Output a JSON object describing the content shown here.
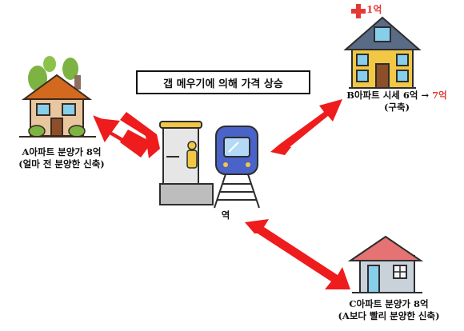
{
  "title": "갭 메우기에 의해 가격 상승",
  "station": {
    "label": "역"
  },
  "house_a": {
    "line1": "A아파트 분양가 8억",
    "line2": "(얼마 전 분양한 신축)"
  },
  "house_b": {
    "line1_prefix": "B아파트 시세 6억",
    "arrow": "→",
    "line1_new": "7억",
    "line2": "(구축)",
    "increase": "1억"
  },
  "house_c": {
    "line1": "C아파트 분양가 8억",
    "line2": "(A보다 빨리 분양한 신축)"
  },
  "colors": {
    "arrow": "#ee1c1c",
    "accent": "#e53935",
    "house_a_wall": "#e8c7a0",
    "house_a_roof": "#d2691e",
    "house_b_wall": "#f2c744",
    "house_b_roof": "#5a6b86",
    "house_c_wall": "#c9d1da",
    "house_c_roof": "#e57373",
    "train": "#4a63c8"
  }
}
